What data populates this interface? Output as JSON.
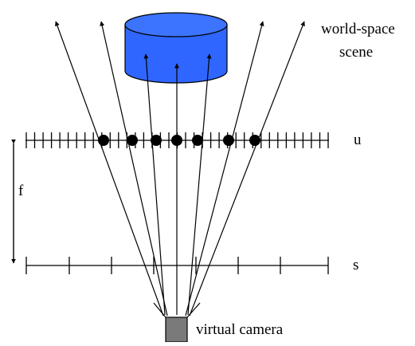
{
  "labels": {
    "scene_line1": "world-space",
    "scene_line2": "scene",
    "u_plane": "u",
    "s_plane": "s",
    "focal": "f",
    "camera": "virtual camera"
  },
  "colors": {
    "cylinder_fill": "#2f66ff",
    "cylinder_top": "#3d74ff",
    "camera_fill": "#7a7a7a",
    "ink": "#000000"
  }
}
